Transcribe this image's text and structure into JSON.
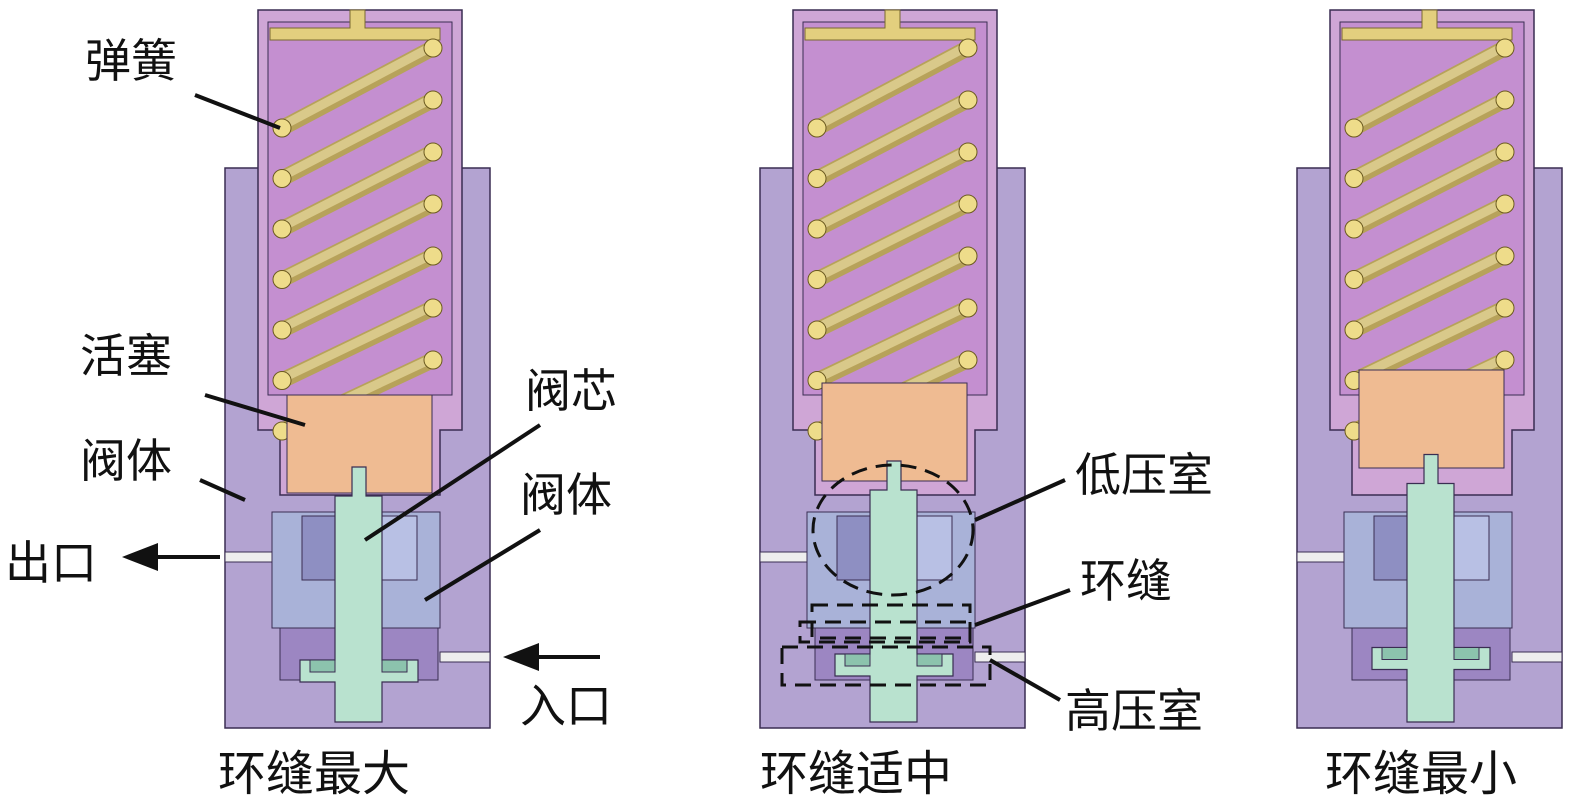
{
  "labels": {
    "spring": "弹簧",
    "piston": "活塞",
    "body_left": "阀体",
    "outlet": "出口",
    "spool": "阀芯",
    "body_right": "阀体",
    "inlet": "入口",
    "low_pressure": "低压室",
    "annular_gap": "环缝",
    "high_pressure": "高压室"
  },
  "captions": [
    "环缝最大",
    "环缝适中",
    "环缝最小"
  ],
  "colors": {
    "body": "#b3a3d1",
    "housing": "#cfa6d6",
    "spring": "#d9c98a",
    "piston": "#efbb92",
    "spool": "#b9e2cf",
    "seat": "#a9b2d8",
    "chamber": "#9c86c2"
  }
}
